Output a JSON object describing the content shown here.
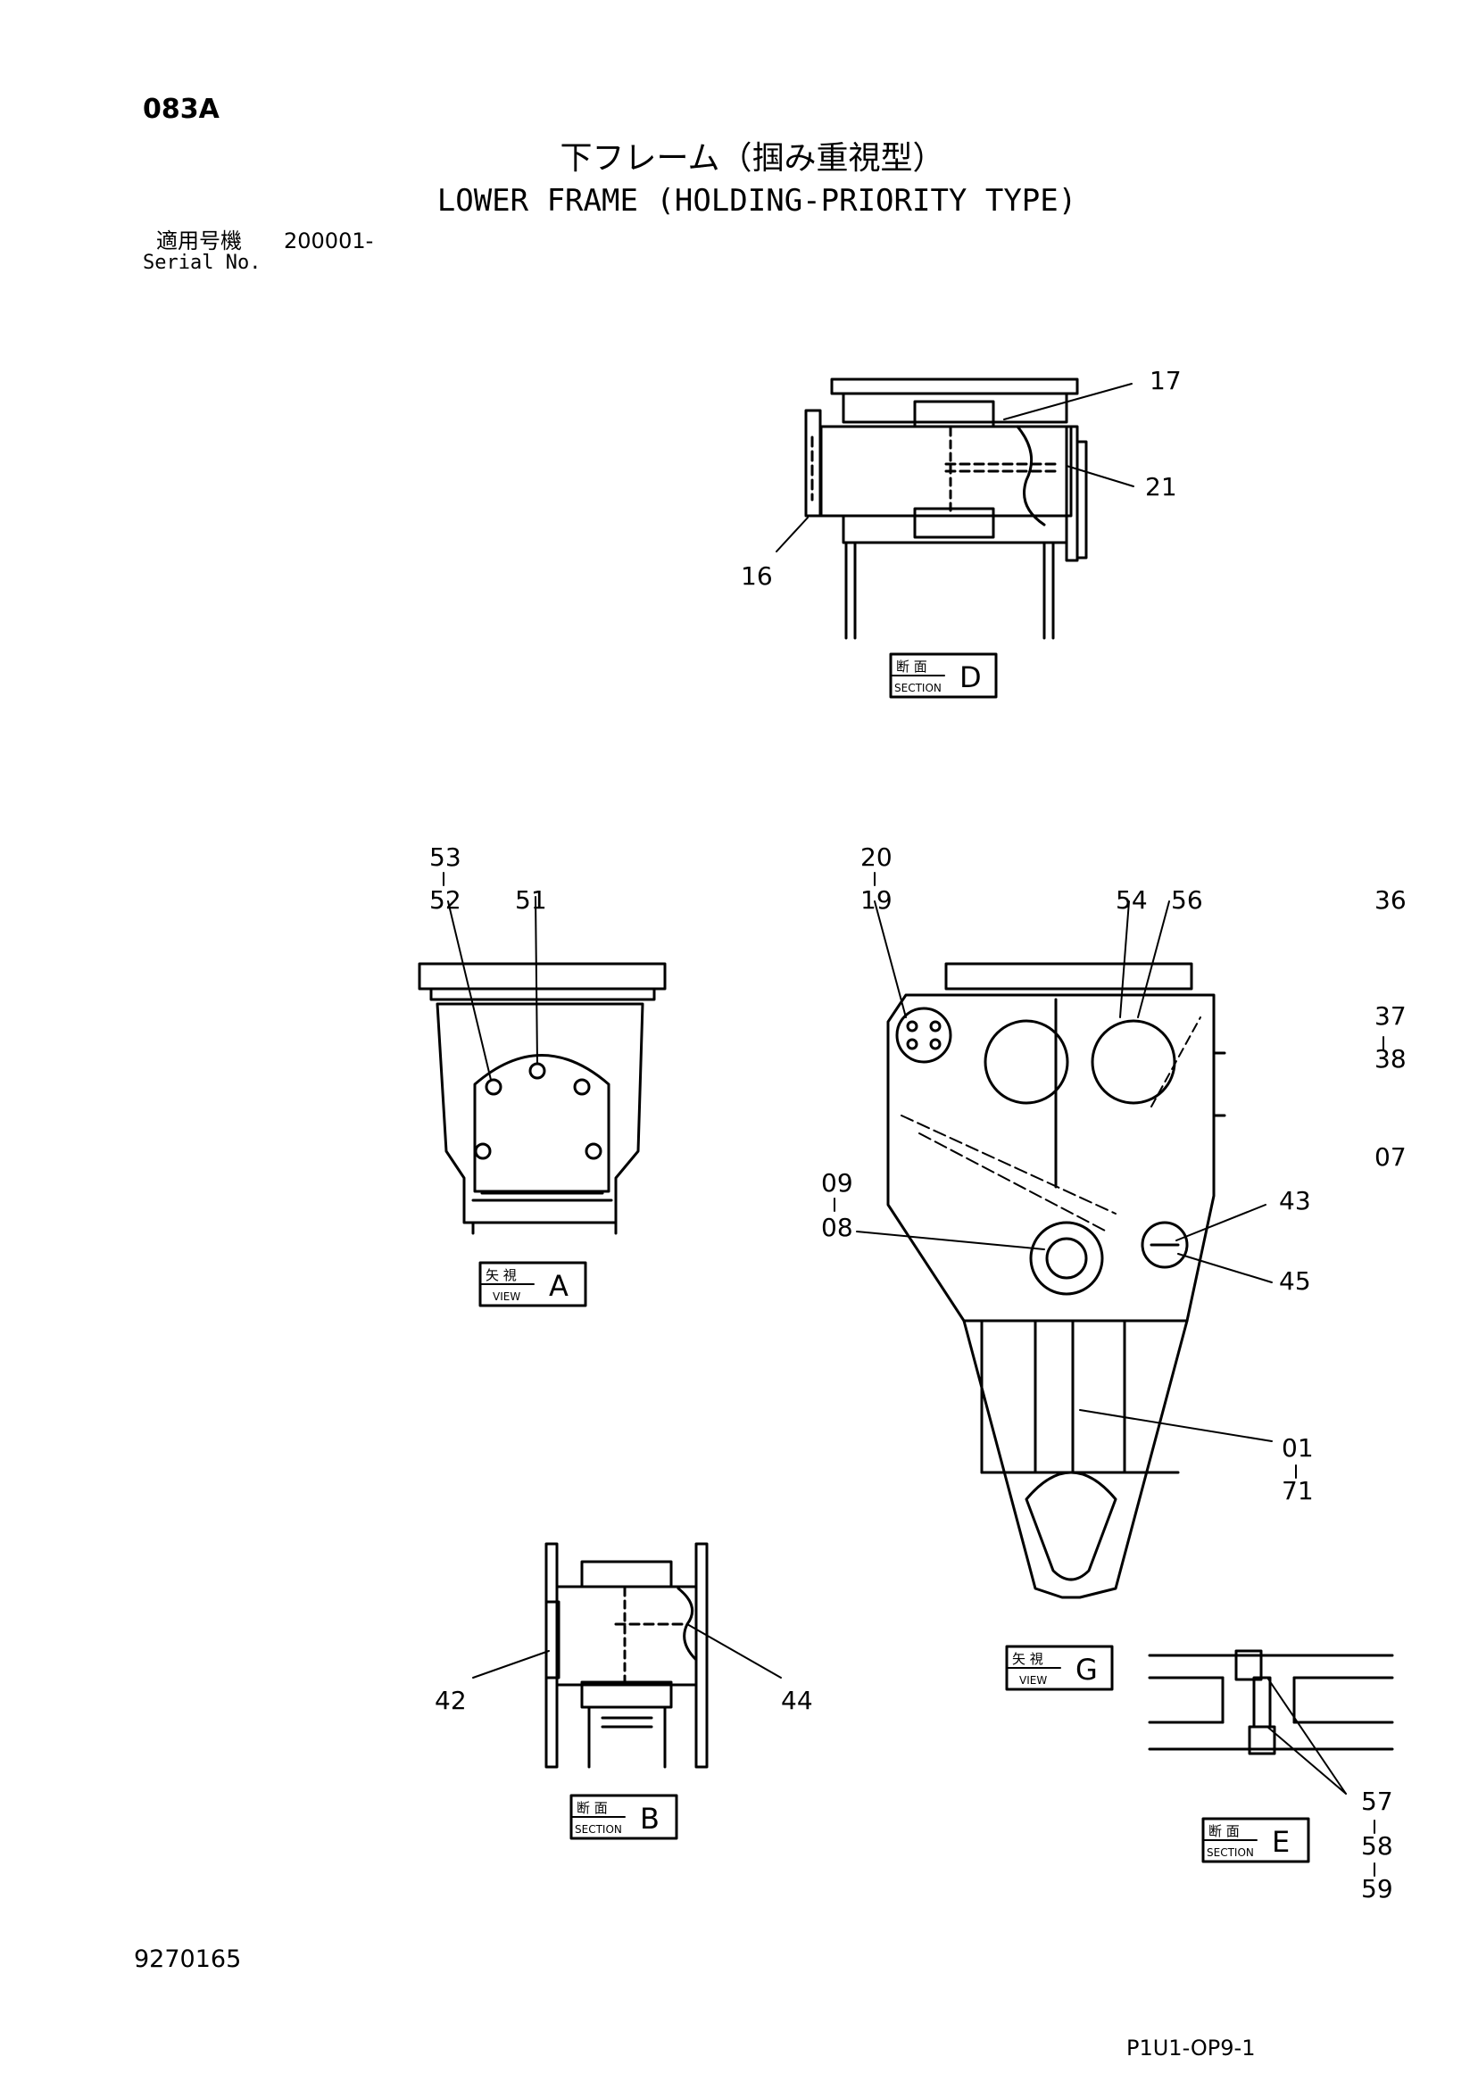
{
  "header": {
    "page_code": "083A",
    "title_jp": "下フレーム（掴み重視型）",
    "title_en": "LOWER FRAME (HOLDING-PRIORITY TYPE)",
    "serial_label_jp": "適用号機",
    "serial_value": "200001-",
    "serial_label_en": "Serial No."
  },
  "footer": {
    "doc_number": "9270165",
    "page_ref": "P1U1-OP9-1"
  },
  "views": {
    "section_d": {
      "kanji": "断 面",
      "word": "SECTION",
      "letter": "D"
    },
    "view_a": {
      "kanji": "矢 視",
      "word": "VIEW",
      "letter": "A"
    },
    "section_b": {
      "kanji": "断 面",
      "word": "SECTION",
      "letter": "B"
    },
    "view_g": {
      "kanji": "矢 視",
      "word": "VIEW",
      "letter": "G"
    },
    "section_e": {
      "kanji": "断 面",
      "word": "SECTION",
      "letter": "E"
    }
  },
  "callouts": {
    "c17": "17",
    "c21": "21",
    "c16": "16",
    "c53": "53",
    "c52": "52",
    "c51": "51",
    "c20": "20",
    "c19": "19",
    "c54": "54",
    "c56": "56",
    "c36": "36",
    "c37": "37",
    "c38": "38",
    "c07": "07",
    "c09": "09",
    "c08": "08",
    "c43": "43",
    "c45": "45",
    "c01": "01",
    "c71": "71",
    "c42": "42",
    "c44": "44",
    "c57": "57",
    "c58": "58",
    "c59": "59"
  }
}
